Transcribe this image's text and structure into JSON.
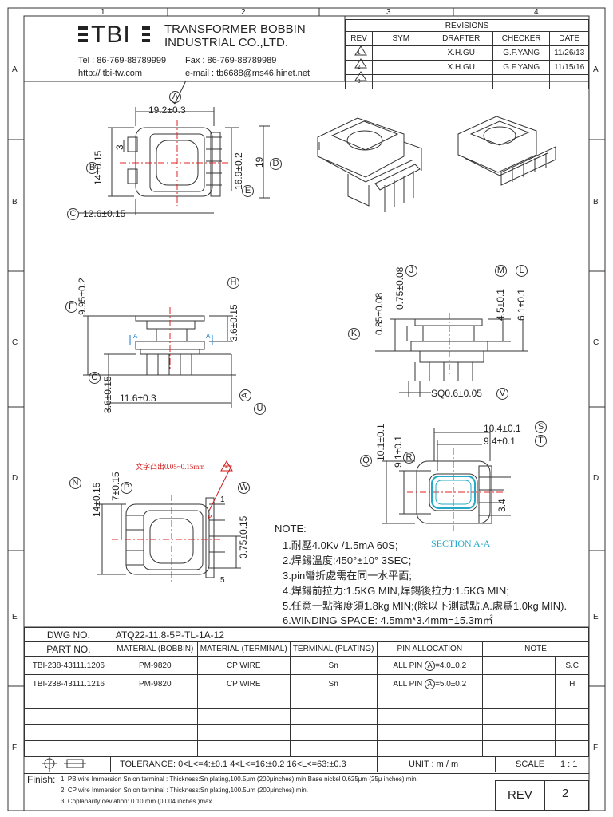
{
  "frame": {
    "col_labels": [
      "1",
      "2",
      "3",
      "4"
    ],
    "row_labels": [
      "A",
      "B",
      "C",
      "D",
      "E",
      "F"
    ]
  },
  "company": {
    "logo": "TBI",
    "name_line1": "TRANSFORMER BOBBIN",
    "name_line2": "INDUSTRIAL CO.,LTD.",
    "tel": "Tel : 86-769-88789999",
    "fax": "Fax  : 86-769-88789989",
    "web": "http:// tbi-tw.com",
    "email": "e-mail : tb6688@ms46.hinet.net"
  },
  "revisions": {
    "title": "REVISIONS",
    "headers": [
      "REV",
      "SYM",
      "DRAFTER",
      "CHECKER",
      "DATE"
    ],
    "rows": [
      {
        "rev": "1",
        "sym": "",
        "drafter": "X.H.GU",
        "checker": "G.F.YANG",
        "date": "11/26/13"
      },
      {
        "rev": "2",
        "sym": "",
        "drafter": "X.H.GU",
        "checker": "G.F.YANG",
        "date": "11/15/16"
      },
      {
        "rev": "3",
        "sym": "",
        "drafter": "",
        "checker": "",
        "date": ""
      }
    ]
  },
  "dims": {
    "a": "19.2±0.3",
    "a_sym": "A",
    "b": "14±0.15",
    "b_sym": "B",
    "three": "3",
    "e_dim": "16.9±0.2",
    "e_sym": "E",
    "d_dim": "19",
    "d_sym": "D",
    "c": "12.6±0.15",
    "c_sym": "C",
    "f": "9.95±0.2",
    "f_sym": "F",
    "h": "3.6±0.15",
    "h_sym": "H",
    "g": "3.6±0.15",
    "g_sym": "G",
    "w116": "11.6±0.3",
    "a_ref": "A",
    "u_sym": "U",
    "j": "0.75±0.08",
    "j_sym": "J",
    "k": "0.85±0.08",
    "k_sym": "K",
    "m": "4.5±0.1",
    "m_sym": "M",
    "l": "6.1±0.1",
    "l_sym": "L",
    "sq": "SQ0.6±0.05",
    "v_sym": "V",
    "s": "10.4±0.1",
    "s_sym": "S",
    "t": "9.4±0.1",
    "t_sym": "T",
    "q": "10.1±0.1",
    "q_sym": "Q",
    "r": "9.1±0.1",
    "r_sym": "R",
    "p34": "3.4",
    "n": "14±0.15",
    "n_sym": "N",
    "p": "7±0.15",
    "p_sym": "P",
    "w": "3.75±0.15",
    "w_sym": "W",
    "emboss": "文字凸出0.05~0.15mm",
    "emboss_rev": "2",
    "section": "SECTION A-A",
    "pin1": "1",
    "pin5": "5",
    "p_mark": "P",
    "a_arrow_l": "A",
    "a_arrow_r": "A"
  },
  "notes": {
    "title": "NOTE:",
    "lines": [
      "1.耐壓4.0Kv /1.5mA 60S;",
      "2.焊錫溫度:450°±10°  3SEC;",
      "3.pin彎折處需在同一水平面;",
      "4.焊錫前拉力:1.5KG MIN,焊錫後拉力:1.5KG MIN;",
      "5.任意一點強度須1.8kg MIN;(除以下測試點.A.處爲1.0kg MIN).",
      "6.WINDING SPACE: 4.5mm*3.4mm=15.3m㎡"
    ]
  },
  "title_block": {
    "dwg_label": "DWG  NO.",
    "dwg_value": "ATQ22-11.8-5P-TL-1A-12",
    "headers": [
      "PART  NO.",
      "MATERIAL (BOBBIN)",
      "MATERIAL (TERMINAL)",
      "TERMINAL  (PLATING)",
      "PIN  ALLOCATION",
      "NOTE"
    ],
    "rows": [
      {
        "part": "TBI-238-43111.1206",
        "bobbin": "PM-9820",
        "terminal": "CP WIRE",
        "plating": "Sn",
        "pin_pre": "ALL PIN",
        "pin_sym": "A",
        "pin_val": "=4.0±0.2",
        "note": "S.C"
      },
      {
        "part": "TBI-238-43111.1216",
        "bobbin": "PM-9820",
        "terminal": "CP WIRE",
        "plating": "Sn",
        "pin_pre": "ALL PIN",
        "pin_sym": "A",
        "pin_val": "=5.0±0.2",
        "note": "H"
      }
    ],
    "tolerance": "TOLERANCE: 0<L<=4:±0.1  4<L<=16:±0.2 16<L<=63:±0.3",
    "unit": "UNIT :  m / m",
    "scale_label": "SCALE",
    "scale_value": "1 : 1",
    "finish_label": "Finish:",
    "finish_lines": [
      "1. PB wire Immersion Sn on terminal : Thickness:Sn plating,100.5μm (200μinches) min.Base nickel 0.625μm (25μ inches) min.",
      "2. CP wire Immersion Sn on terminal : Thickness:Sn plating,100.5μm (200μinches) min.",
      "3. Coplanarity deviation: 0.10 mm (0.004 inches )max."
    ],
    "rev_label": "REV",
    "rev_value": "2"
  },
  "colors": {
    "line": "#333333",
    "center": "#e02020",
    "section": "#25a8c8",
    "emboss": "#d01818",
    "blue": "#1a7fd0"
  }
}
